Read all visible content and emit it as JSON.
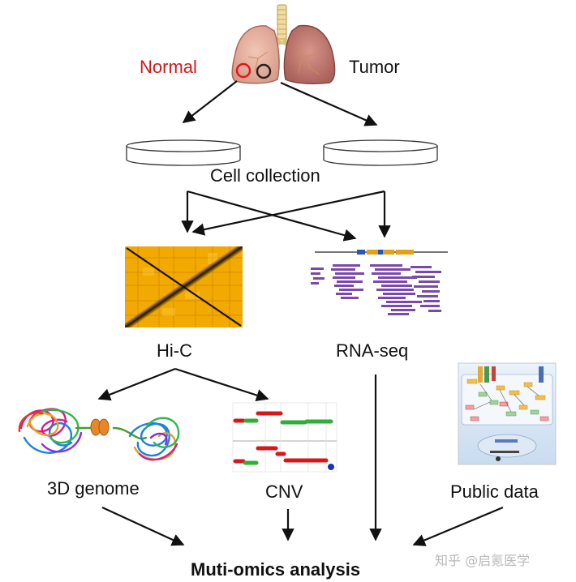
{
  "labels": {
    "normal": "Normal",
    "tumor": "Tumor",
    "cell_collection": "Cell collection",
    "hic": "Hi-C",
    "rnaseq": "RNA-seq",
    "genome3d": "3D genome",
    "cnv": "CNV",
    "public_data": "Public data",
    "multi_omics": "Muti-omics analysis"
  },
  "watermark": "知乎 @启氪医学",
  "colors": {
    "normal_text": "#d0191a",
    "arrow": "#111111",
    "hic_base": "#f2a900",
    "rnaseq_reads": "#7a4aa8",
    "cnv_green": "#2fae3a",
    "cnv_red": "#d6181b"
  }
}
